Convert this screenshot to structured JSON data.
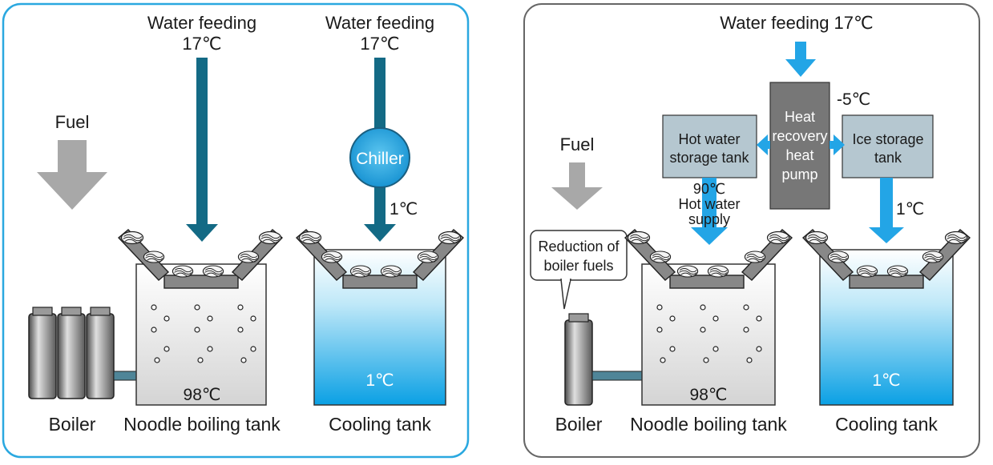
{
  "left_panel": {
    "water_feeding_1": "Water feeding",
    "water_feeding_1_temp": "17℃",
    "water_feeding_2": "Water feeding",
    "water_feeding_2_temp": "17℃",
    "fuel": "Fuel",
    "chiller": "Chiller",
    "chilled_temp": "1℃",
    "boiling_temp": "98℃",
    "cooling_temp": "1℃",
    "boiler_label": "Boiler",
    "noodle_tank_label": "Noodle boiling tank",
    "cooling_tank_label": "Cooling tank",
    "border_color": "#2aa8e0"
  },
  "right_panel": {
    "water_feeding": "Water feeding 17℃",
    "minus_temp": "-5℃",
    "heat_pump": [
      "Heat",
      "recovery",
      "heat",
      "pump"
    ],
    "hot_water_tank": [
      "Hot water",
      "storage tank"
    ],
    "ice_storage_tank": [
      "Ice storage",
      "tank"
    ],
    "fuel": "Fuel",
    "hot_water_supply": [
      "90℃",
      "Hot water",
      "supply"
    ],
    "chilled_temp": "1℃",
    "callout": [
      "Reduction of",
      "boiler fuels"
    ],
    "boiling_temp": "98℃",
    "cooling_temp": "1℃",
    "boiler_label": "Boiler",
    "noodle_tank_label": "Noodle boiling tank",
    "cooling_tank_label": "Cooling tank",
    "border_color": "#666666"
  },
  "colors": {
    "pipe_teal": "#136a85",
    "arrow_blue": "#23a5e6",
    "fuel_gray": "#a8a8a8",
    "tank_box": "#b5c7d0"
  }
}
